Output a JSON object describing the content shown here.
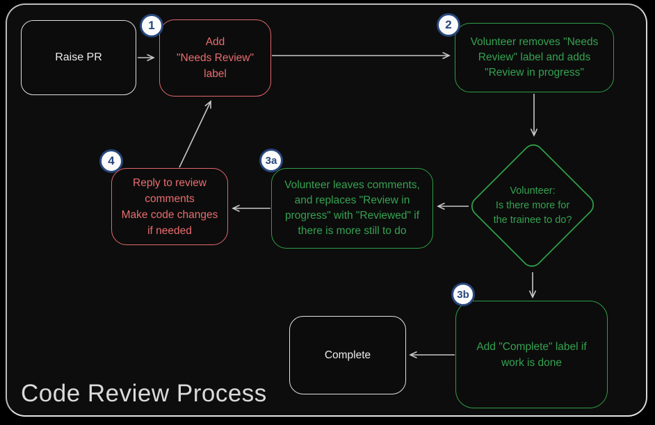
{
  "title": "Code Review Process",
  "colors": {
    "background": "#0d0d0d",
    "frame_border": "#bdbdbd",
    "red_accent": "#e2686c",
    "green_accent": "#2f9e47",
    "badge_blue": "#27477d",
    "badge_fill": "#fbfbfb",
    "arrow_gray": "#c9c9c9",
    "neutral_box": "#e2e2e2",
    "title_text": "#dadada"
  },
  "badges": {
    "step1": "1",
    "step2": "2",
    "step3a": "3a",
    "step3b": "3b",
    "step4": "4"
  },
  "nodes": {
    "raise_pr": {
      "label": "Raise PR"
    },
    "add_needs_review": {
      "lines": [
        "Add",
        "\"Needs Review\"",
        "label"
      ]
    },
    "volunteer_removes": {
      "lines": [
        "Volunteer removes \"Needs",
        "Review\" label and adds",
        "\"Review in progress\""
      ]
    },
    "decision": {
      "lines": [
        "Volunteer:",
        "Is there more for",
        "the trainee to do?"
      ]
    },
    "volunteer_leaves": {
      "lines": [
        "Volunteer leaves comments,",
        "and replaces \"Review in",
        "progress\" with \"Reviewed\" if",
        "there is more still to do"
      ]
    },
    "reply_to_review": {
      "lines": [
        "Reply to review",
        "comments",
        "Make code changes",
        "if needed"
      ]
    },
    "add_complete": {
      "lines": [
        "Add \"Complete\" label if",
        "work is done"
      ]
    },
    "complete": {
      "label": "Complete"
    }
  }
}
